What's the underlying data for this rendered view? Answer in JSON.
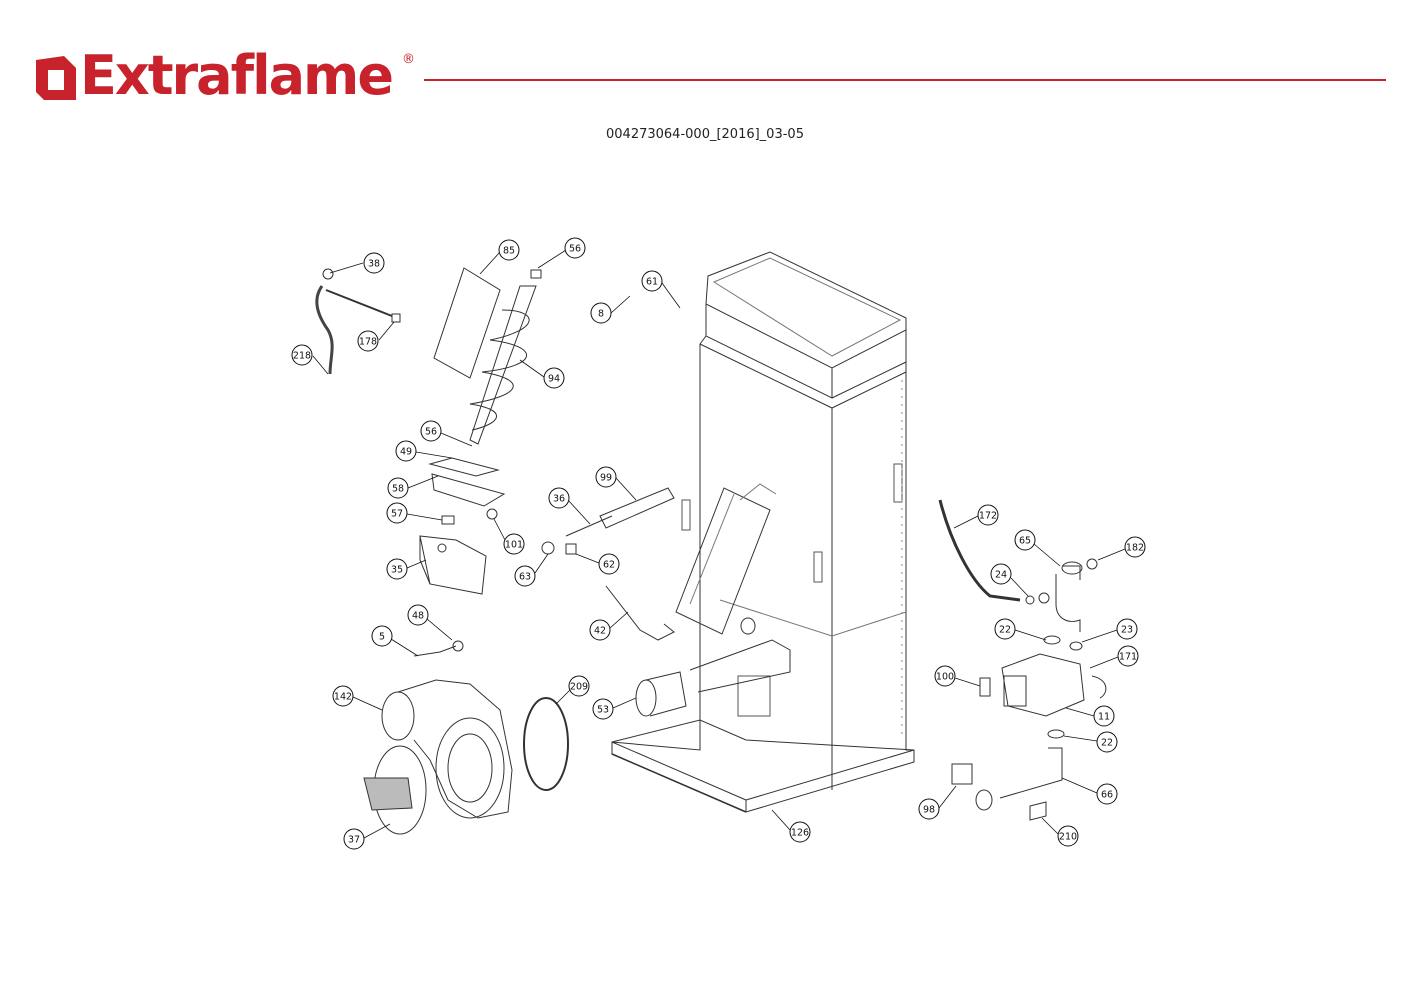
{
  "brand": {
    "name": "Extraflame",
    "registered_mark": "®",
    "color": "#c8232c"
  },
  "document": {
    "code": "004273064-000_[2016]_03-05"
  },
  "callouts": [
    {
      "id": "c38",
      "label": "38"
    },
    {
      "id": "c85",
      "label": "85"
    },
    {
      "id": "c56a",
      "label": "56"
    },
    {
      "id": "c61",
      "label": "61"
    },
    {
      "id": "c8",
      "label": "8"
    },
    {
      "id": "c178",
      "label": "178"
    },
    {
      "id": "c218",
      "label": "218"
    },
    {
      "id": "c94",
      "label": "94"
    },
    {
      "id": "c56b",
      "label": "56"
    },
    {
      "id": "c49",
      "label": "49"
    },
    {
      "id": "c58",
      "label": "58"
    },
    {
      "id": "c99",
      "label": "99"
    },
    {
      "id": "c36",
      "label": "36"
    },
    {
      "id": "c57",
      "label": "57"
    },
    {
      "id": "c101",
      "label": "101"
    },
    {
      "id": "c62",
      "label": "62"
    },
    {
      "id": "c63",
      "label": "63"
    },
    {
      "id": "c35",
      "label": "35"
    },
    {
      "id": "c172",
      "label": "172"
    },
    {
      "id": "c65",
      "label": "65"
    },
    {
      "id": "c182",
      "label": "182"
    },
    {
      "id": "c24",
      "label": "24"
    },
    {
      "id": "c48",
      "label": "48"
    },
    {
      "id": "c42",
      "label": "42"
    },
    {
      "id": "c5",
      "label": "5"
    },
    {
      "id": "c22a",
      "label": "22"
    },
    {
      "id": "c23",
      "label": "23"
    },
    {
      "id": "c171",
      "label": "171"
    },
    {
      "id": "c209",
      "label": "209"
    },
    {
      "id": "c142",
      "label": "142"
    },
    {
      "id": "c100",
      "label": "100"
    },
    {
      "id": "c53",
      "label": "53"
    },
    {
      "id": "c11",
      "label": "11"
    },
    {
      "id": "c22b",
      "label": "22"
    },
    {
      "id": "c66",
      "label": "66"
    },
    {
      "id": "c98",
      "label": "98"
    },
    {
      "id": "c126",
      "label": "126"
    },
    {
      "id": "c210",
      "label": "210"
    },
    {
      "id": "c37",
      "label": "37"
    }
  ]
}
